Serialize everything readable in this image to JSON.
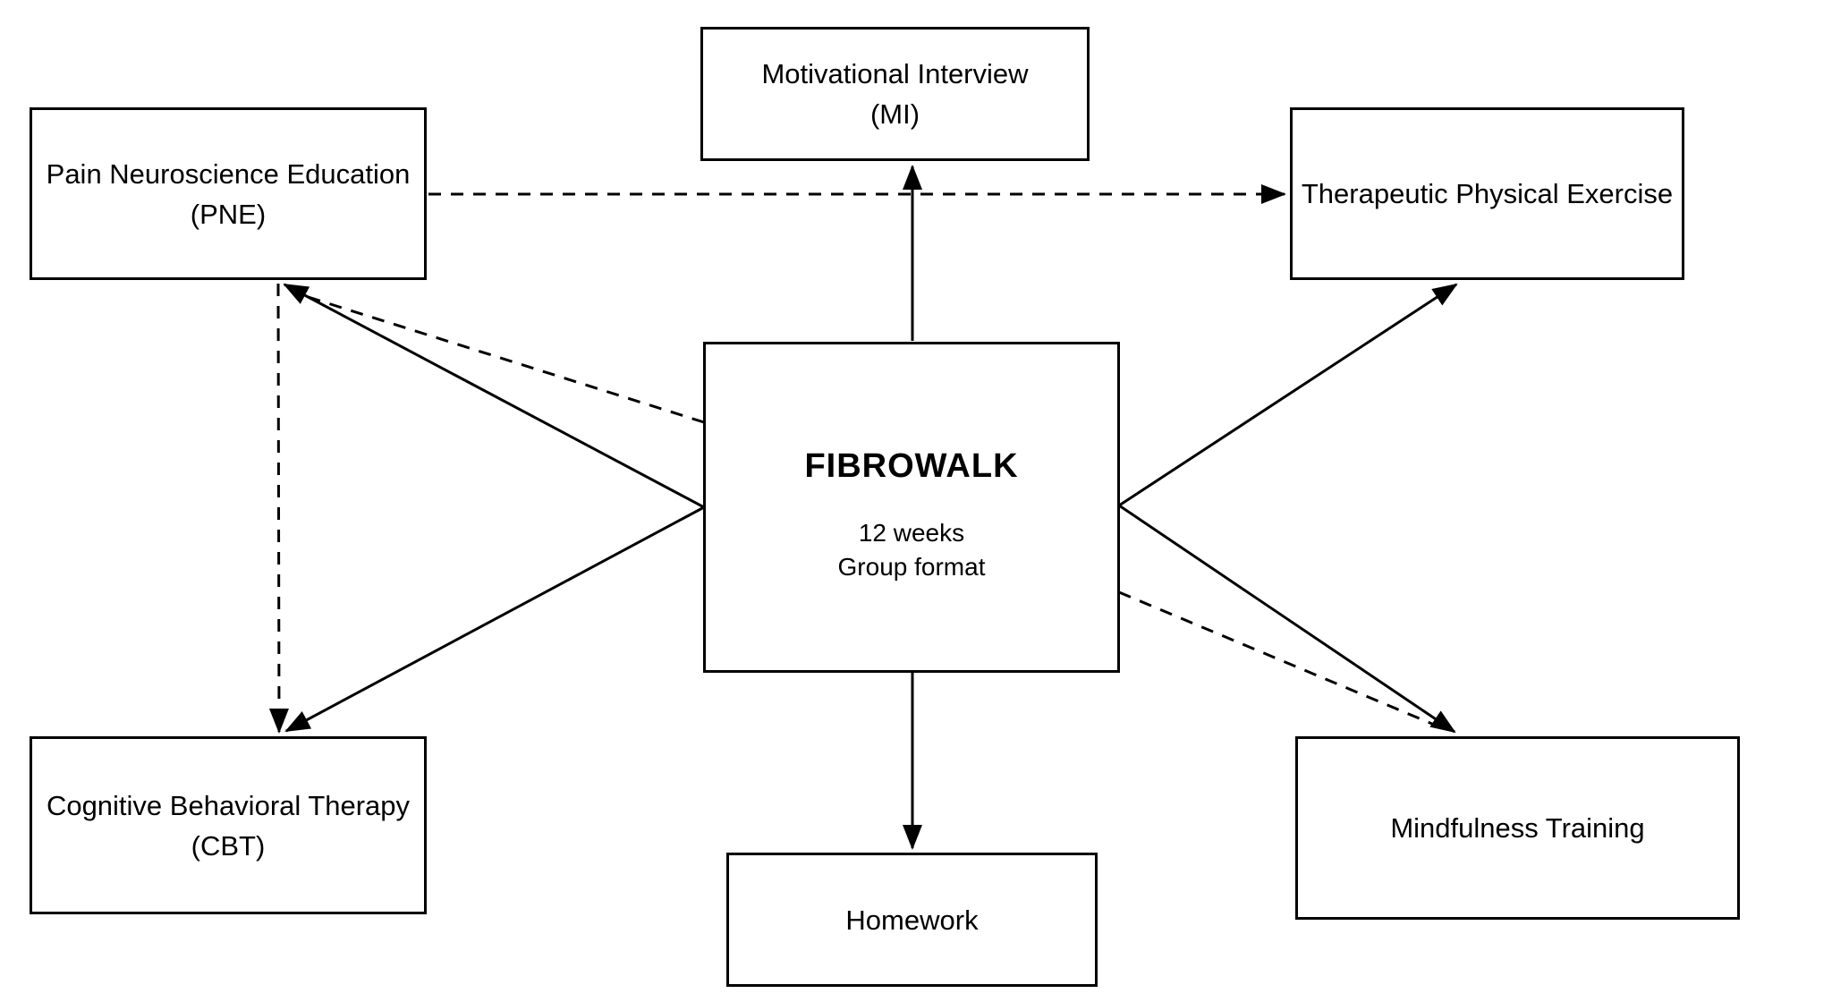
{
  "diagram": {
    "nodes": {
      "pne": {
        "lines": [
          "Pain Neuroscience Education",
          "(PNE)"
        ]
      },
      "mi": {
        "lines": [
          "Motivational Interview",
          "(MI)"
        ]
      },
      "tpe": {
        "lines": [
          "Therapeutic Physical Exercise"
        ]
      },
      "fibrowalk": {
        "title": "FIBROWALK",
        "details": [
          "12 weeks",
          "Group format"
        ]
      },
      "cbt": {
        "lines": [
          "Cognitive Behavioral Therapy",
          "(CBT)"
        ]
      },
      "mindfulness": {
        "lines": [
          "Mindfulness Training"
        ]
      },
      "homework": {
        "lines": [
          "Homework"
        ]
      }
    },
    "edges": [
      {
        "from": "fibrowalk",
        "to": "mi",
        "style": "solid"
      },
      {
        "from": "fibrowalk",
        "to": "pne",
        "style": "solid"
      },
      {
        "from": "fibrowalk",
        "to": "pne",
        "style": "dashed"
      },
      {
        "from": "fibrowalk",
        "to": "cbt",
        "style": "solid"
      },
      {
        "from": "fibrowalk",
        "to": "tpe",
        "style": "solid"
      },
      {
        "from": "fibrowalk",
        "to": "mindfulness",
        "style": "solid"
      },
      {
        "from": "fibrowalk",
        "to": "mindfulness",
        "style": "dashed"
      },
      {
        "from": "fibrowalk",
        "to": "homework",
        "style": "solid"
      },
      {
        "from": "pne",
        "to": "tpe",
        "style": "dashed"
      },
      {
        "from": "pne",
        "to": "cbt",
        "style": "dashed"
      }
    ],
    "colors": {
      "line": "#000000",
      "text": "#000000",
      "background": "#ffffff",
      "box_fill": "#ffffff"
    }
  }
}
